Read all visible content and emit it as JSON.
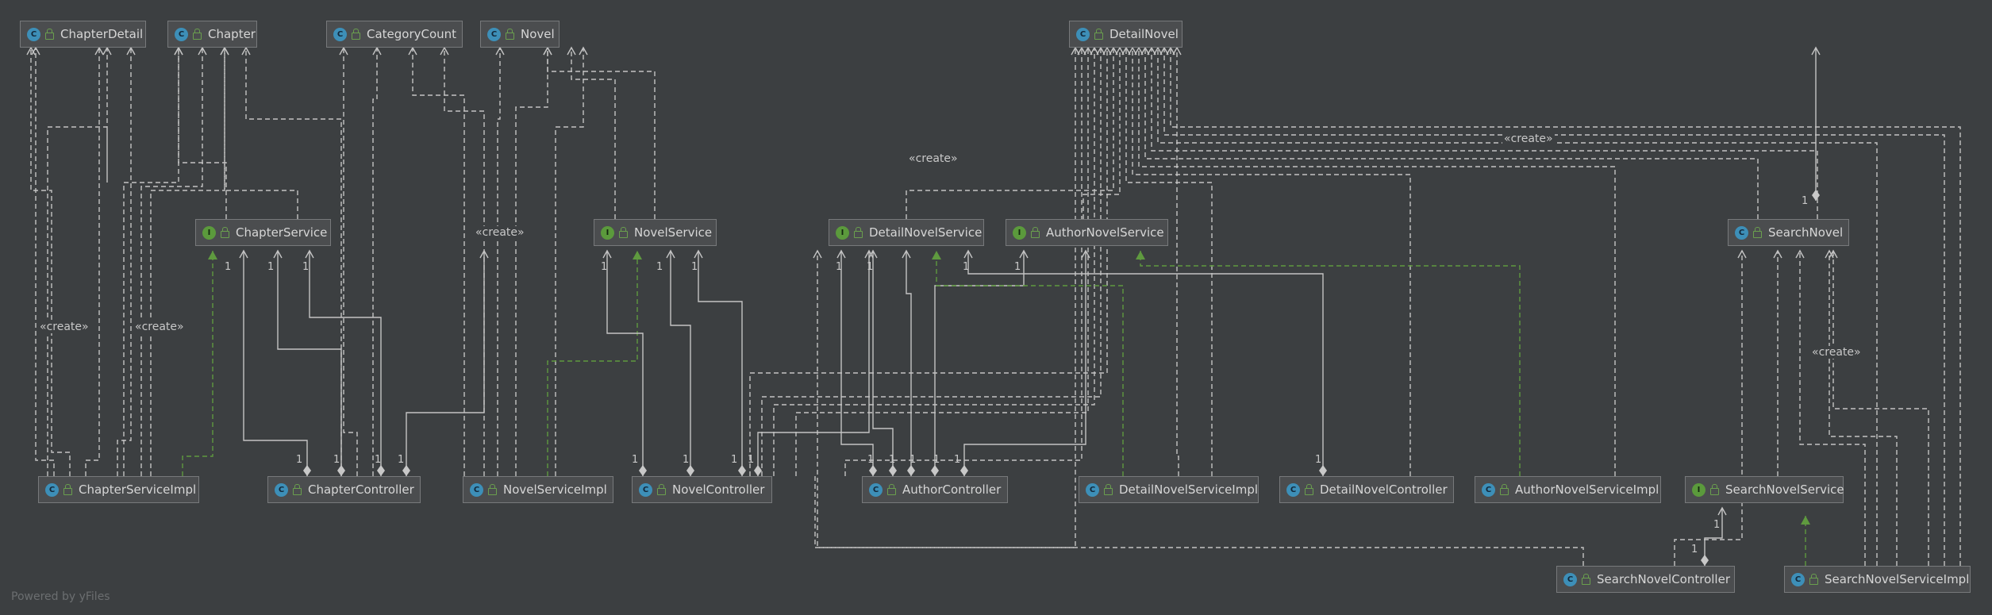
{
  "nodes": {
    "chapter_detail": {
      "name": "ChapterDetail",
      "kind": "C"
    },
    "chapter": {
      "name": "Chapter",
      "kind": "C"
    },
    "category_count": {
      "name": "CategoryCount",
      "kind": "C"
    },
    "novel": {
      "name": "Novel",
      "kind": "C"
    },
    "detail_novel": {
      "name": "DetailNovel",
      "kind": "C"
    },
    "chapter_service": {
      "name": "ChapterService",
      "kind": "I"
    },
    "novel_service": {
      "name": "NovelService",
      "kind": "I"
    },
    "detail_novel_service": {
      "name": "DetailNovelService",
      "kind": "I"
    },
    "author_novel_service": {
      "name": "AuthorNovelService",
      "kind": "I"
    },
    "search_novel": {
      "name": "SearchNovel",
      "kind": "C"
    },
    "chapter_service_impl": {
      "name": "ChapterServiceImpl",
      "kind": "C"
    },
    "chapter_controller": {
      "name": "ChapterController",
      "kind": "C"
    },
    "novel_service_impl": {
      "name": "NovelServiceImpl",
      "kind": "C"
    },
    "novel_controller": {
      "name": "NovelController",
      "kind": "C"
    },
    "author_controller": {
      "name": "AuthorController",
      "kind": "C"
    },
    "detail_novel_service_impl": {
      "name": "DetailNovelServiceImpl",
      "kind": "C"
    },
    "detail_novel_controller": {
      "name": "DetailNovelController",
      "kind": "C"
    },
    "author_novel_service_impl": {
      "name": "AuthorNovelServiceImpl",
      "kind": "C"
    },
    "search_novel_service": {
      "name": "SearchNovelService",
      "kind": "I"
    },
    "search_novel_controller": {
      "name": "SearchNovelController",
      "kind": "C"
    },
    "search_novel_service_impl": {
      "name": "SearchNovelServiceImpl",
      "kind": "C"
    }
  },
  "edge_labels": {
    "create_1": "«create»",
    "create_2": "«create»",
    "create_3": "«create»",
    "create_4": "«create»",
    "create_5": "«create»",
    "create_6": "«create»"
  },
  "multiplicity": "1",
  "footer": "Powered by yFiles",
  "colors": {
    "background": "#3c3f41",
    "node_fill": "#4b4d4f",
    "edge": "#c4c4c4",
    "realization": "#5f9a3f",
    "class_badge": "#3d8fb8",
    "interface_badge": "#5b9a3c"
  }
}
